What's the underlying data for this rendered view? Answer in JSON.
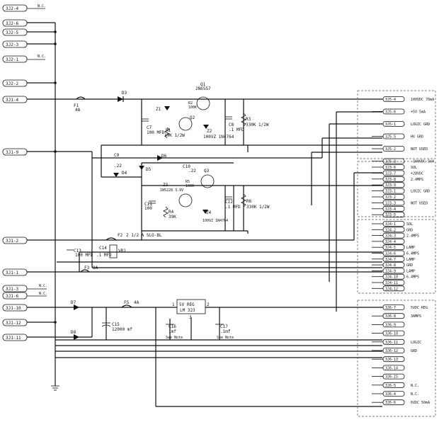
{
  "left_connectors": [
    {
      "label": "3J2-4",
      "note": "N.C."
    },
    {
      "label": "3J2-6",
      "note": ""
    },
    {
      "label": "3J2-5",
      "note": ""
    },
    {
      "label": "3J2-3",
      "note": ""
    },
    {
      "label": "3J2-1",
      "note": "N.C."
    },
    {
      "label": "3J2-2",
      "note": ""
    },
    {
      "label": "3J1-4",
      "note": ""
    },
    {
      "label": "3J1-9",
      "note": ""
    },
    {
      "label": "3J1-2",
      "note": ""
    },
    {
      "label": "3J1-1",
      "note": ""
    },
    {
      "label": "3J1-3",
      "note": "N.C."
    },
    {
      "label": "3J1-6",
      "note": "N.C."
    },
    {
      "label": "3J1-10",
      "note": ""
    },
    {
      "label": "3J1-12",
      "note": ""
    },
    {
      "label": "3J1-11",
      "note": ""
    }
  ],
  "right_connectors": {
    "j5": [
      {
        "label": "3J5-4",
        "note": "100VDC 70mA"
      },
      {
        "label": "3J5-6",
        "note": "+5V 5mA"
      },
      {
        "label": "3J5-1",
        "note": "LOGIC GRD"
      },
      {
        "label": "3J5-5",
        "note": "HV GRD"
      },
      {
        "label": "3J5-2",
        "note": "NOT USED"
      },
      {
        "label": "3J5-3",
        "note": "-100VDC 5mA"
      }
    ],
    "j3": [
      {
        "label": "3J3-6",
        "note": "SOL"
      },
      {
        "label": "3J3-7",
        "note": "+28VDC"
      },
      {
        "label": "3J3-8",
        "note": "2.4MPS"
      },
      {
        "label": "3J3-9",
        "note": ""
      },
      {
        "label": "3J3-1",
        "note": "LOGIC GRD"
      },
      {
        "label": "3J3-2",
        "note": ""
      },
      {
        "label": "3J3-3",
        "note": "NOT USED"
      },
      {
        "label": "3J3-4",
        "note": ""
      },
      {
        "label": "3J3-5",
        "note": ""
      }
    ],
    "j4": [
      {
        "label": "3J4-1",
        "note": "SOL"
      },
      {
        "label": "3J4-2",
        "note": "GRD"
      },
      {
        "label": "3J4-3",
        "note": "2.4MPS"
      },
      {
        "label": "3J4-4",
        "note": ""
      },
      {
        "label": "3J4-5",
        "note": "LAMP"
      },
      {
        "label": "3J4-6",
        "note": "6.4MPS"
      },
      {
        "label": "3J4-7",
        "note": "LAMP"
      },
      {
        "label": "3J4-8",
        "note": "GRD"
      },
      {
        "label": "3J4-9",
        "note": "LAMP"
      },
      {
        "label": "3J4-10",
        "note": "6.4MPS"
      },
      {
        "label": "3J4-11",
        "note": ""
      },
      {
        "label": "3J4-12",
        "note": ""
      }
    ],
    "j6": [
      {
        "label": "3J6-7",
        "note": "5VDC REG"
      },
      {
        "label": "3J6-8",
        "note": "3AMPS"
      },
      {
        "label": "3J6-9",
        "note": ""
      },
      {
        "label": "3J6-10",
        "note": ""
      },
      {
        "label": "3J6-11",
        "note": "LOGIC"
      },
      {
        "label": "3J6-12",
        "note": "GRD"
      },
      {
        "label": "3J6-13",
        "note": ""
      },
      {
        "label": "3J6-14",
        "note": ""
      },
      {
        "label": "3J6-15",
        "note": ""
      },
      {
        "label": "3J6-5",
        "note": "N.C."
      },
      {
        "label": "3J6-4",
        "note": "N.C."
      },
      {
        "label": "3J6-6",
        "note": "6VDC 50mA"
      }
    ]
  },
  "components": {
    "F1": {
      "ref": "F1",
      "value": "4A"
    },
    "D3": "D3",
    "Q1": {
      "ref": "Q1",
      "value": "2N6557"
    },
    "Z1": "Z1",
    "R2": {
      "ref": "R2",
      "value": "100K"
    },
    "Q2": "Q2",
    "R1": {
      "ref": "R1",
      "value": "39K 1/2W"
    },
    "C7": {
      "ref": "C7",
      "value": "100 MFD"
    },
    "Z2": {
      "ref": "Z2",
      "value": "100VZ 1N4764"
    },
    "C8": {
      "ref": "C8",
      "value": ".1 MFD"
    },
    "R3": {
      "ref": "R3",
      "value": "330K 1/2W"
    },
    "C9": {
      "ref": "C9",
      "value": ".22"
    },
    "D6": "D6",
    "D4": "D4",
    "D5": "D5",
    "C10": {
      "ref": "C10",
      "value": ".22"
    },
    "Q3": "Q3",
    "Z3": {
      "ref": "Z3",
      "value": "1N5228 3.9V"
    },
    "R5": {
      "ref": "R5",
      "value": "100K"
    },
    "C11": {
      "ref": "C11",
      "value": "100"
    },
    "R4": {
      "ref": "R4",
      "value": "39K"
    },
    "Z4": {
      "ref": "Z4",
      "value": "100VZ 1N4764"
    },
    "C12": {
      "ref": "C12",
      "value": ".1 MFD"
    },
    "R6": {
      "ref": "R6",
      "value": "330K 1/2W"
    },
    "F2": {
      "ref": "F2",
      "value": "2 1/2 A SLO-BL"
    },
    "C13": {
      "ref": "C13",
      "value": "100 MFD"
    },
    "C14": {
      "ref": "C14",
      "value": ".1 MFD"
    },
    "VR1": "VR1",
    "F3": {
      "ref": "F3",
      "value": "8A"
    },
    "D7": "D7",
    "D8": "D8",
    "F5": {
      "ref": "F5",
      "value": "4A"
    },
    "C15": {
      "ref": "C15",
      "value": "12000 mf"
    },
    "REG": {
      "line1": "5V REG",
      "line2": "LM 323",
      "pin1": "1",
      "pin2": "2",
      "pin3": "3"
    },
    "C16": {
      "ref": "C16",
      "value": "1mf",
      "note": "See Note"
    },
    "C17": {
      "ref": "C17",
      "value": ".1mf",
      "note": "See Note"
    }
  }
}
